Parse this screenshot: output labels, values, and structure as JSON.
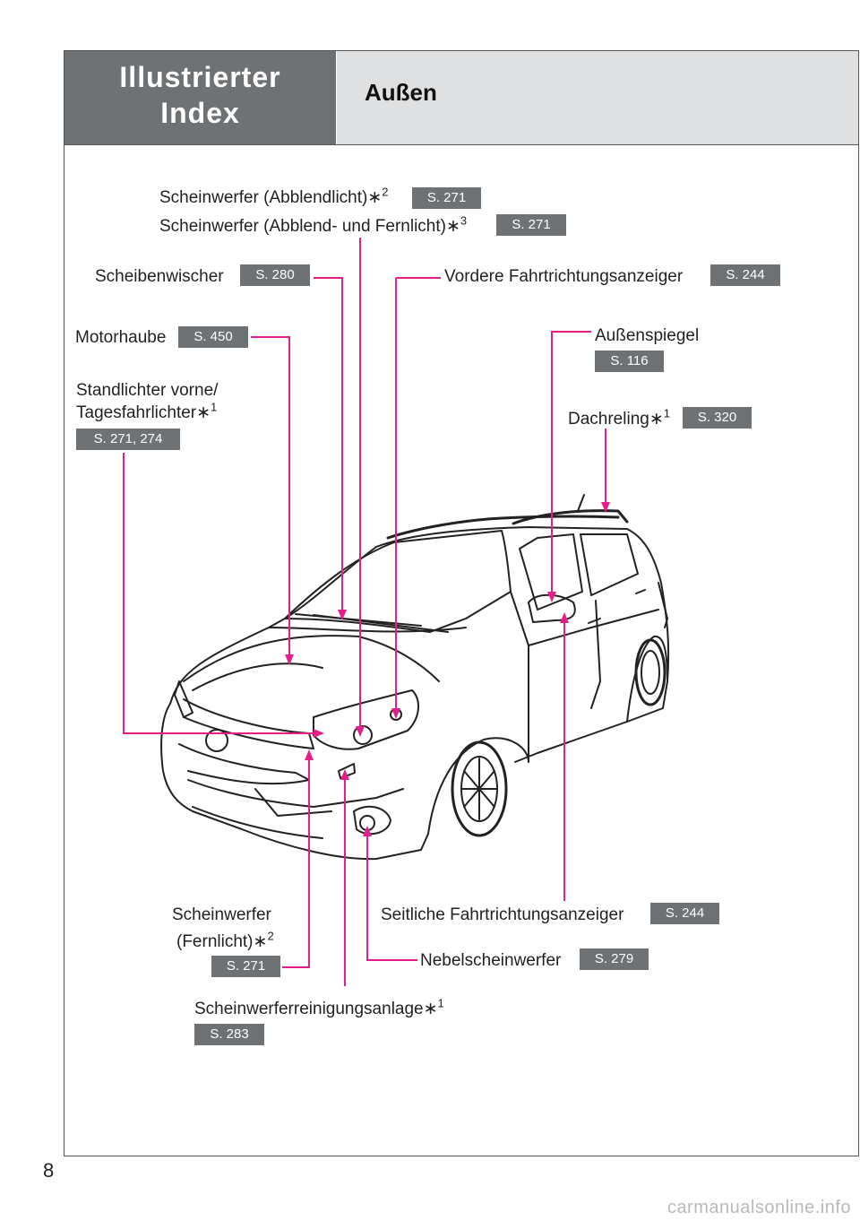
{
  "header": {
    "title_line1": "Illustrierter",
    "title_line2": "Index",
    "section": "Außen"
  },
  "callouts": {
    "abblendlicht": {
      "label": "Scheinwerfer (Abblendlicht)",
      "sup": "2",
      "page": "S. 271"
    },
    "abblend_fern": {
      "label": "Scheinwerfer (Abblend- und Fernlicht)",
      "sup": "3",
      "page": "S. 271"
    },
    "wischer": {
      "label": "Scheibenwischer",
      "page": "S. 280"
    },
    "blinker_vorne": {
      "label": "Vordere Fahrtrichtungsanzeiger",
      "page": "S. 244"
    },
    "motorhaube": {
      "label": "Motorhaube",
      "page": "S. 450"
    },
    "spiegel": {
      "label": "Außenspiegel",
      "page": "S. 116"
    },
    "standlicht": {
      "label_line1": "Standlichter vorne/",
      "label_line2": "Tagesfahrlichter",
      "sup": "1",
      "page": "S. 271, 274"
    },
    "dachreling": {
      "label": "Dachreling",
      "sup": "1",
      "page": "S. 320"
    },
    "seitlich": {
      "label": "Seitliche Fahrtrichtungsanzeiger",
      "page": "S. 244"
    },
    "fernlicht": {
      "label_line1": "Scheinwerfer",
      "label_line2": "(Fernlicht)",
      "sup": "2",
      "page": "S. 271"
    },
    "nebel": {
      "label": "Nebelscheinwerfer",
      "page": "S. 279"
    },
    "reinigung": {
      "label": "Scheinwerferreinigungsanlage",
      "sup": "1",
      "page": "S. 283"
    }
  },
  "footnote_marker": "∗",
  "page_number": "8",
  "watermark": "carmanualsonline.info",
  "colors": {
    "leader": "#e61e8c",
    "header_dark": "#6f7274",
    "header_light": "#dfe0e1",
    "badge": "#6f7274"
  }
}
